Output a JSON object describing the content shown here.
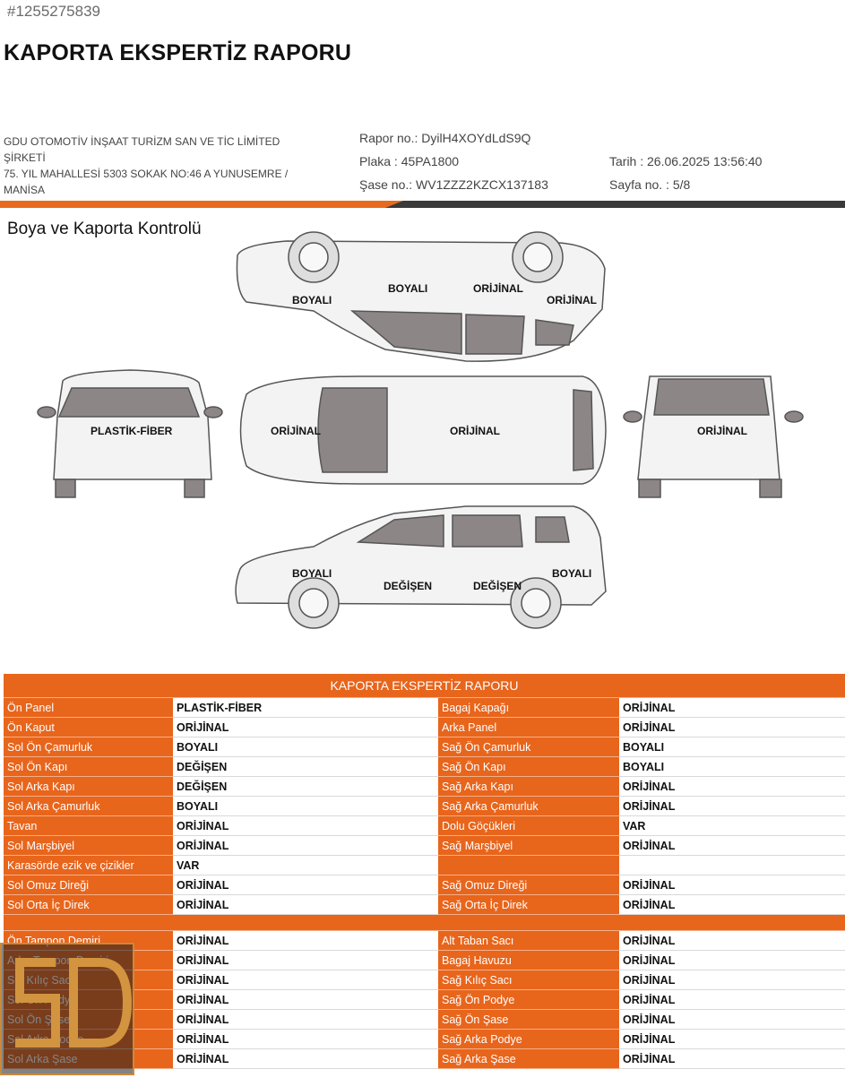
{
  "header": {
    "ref_number": "#1255275839",
    "title": "KAPORTA EKSPERTİZ RAPORU",
    "company_line1": "GDU OTOMOTİV İNŞAAT TURİZM SAN VE TİC LİMİTED ŞİRKETİ",
    "company_line2": "75. YIL MAHALLESİ 5303 SOKAK NO:46 A YUNUSEMRE / MANİSA",
    "report_no": "Rapor no.: DyilH4XOYdLdS9Q",
    "plate": "Plaka : 45PA1800",
    "chassis": "Şase no.: WV1ZZZ2KZCX137183",
    "date": "Tarih : 26.06.2025 13:56:40",
    "page": "Sayfa no. : 5/8"
  },
  "diagram": {
    "section_title": "Boya ve Kaporta Kontrolü",
    "labels": {
      "right_front_fender": "BOYALI",
      "right_front_door": "BOYALI",
      "right_rear_door": "ORİJİNAL",
      "right_rear_fender": "ORİJİNAL",
      "front_panel": "PLASTİK-FİBER",
      "hood": "ORİJİNAL",
      "roof": "ORİJİNAL",
      "rear": "ORİJİNAL",
      "left_front_fender": "BOYALI",
      "left_front_door": "DEĞİŞEN",
      "left_rear_door": "DEĞİŞEN",
      "left_rear_fender": "BOYALI"
    }
  },
  "table": {
    "title": "KAPORTA EKSPERTİZ RAPORU",
    "rows": [
      {
        "k1": "Ön Panel",
        "v1": "PLASTİK-FİBER",
        "k2": "Bagaj Kapağı",
        "v2": "ORİJİNAL"
      },
      {
        "k1": "Ön Kaput",
        "v1": "ORİJİNAL",
        "k2": "Arka Panel",
        "v2": "ORİJİNAL"
      },
      {
        "k1": "Sol Ön Çamurluk",
        "v1": "BOYALI",
        "k2": "Sağ Ön Çamurluk",
        "v2": "BOYALI"
      },
      {
        "k1": "Sol Ön Kapı",
        "v1": "DEĞİŞEN",
        "k2": "Sağ Ön Kapı",
        "v2": "BOYALI"
      },
      {
        "k1": "Sol Arka Kapı",
        "v1": "DEĞİŞEN",
        "k2": "Sağ Arka Kapı",
        "v2": "ORİJİNAL"
      },
      {
        "k1": "Sol Arka Çamurluk",
        "v1": "BOYALI",
        "k2": "Sağ Arka Çamurluk",
        "v2": "ORİJİNAL"
      },
      {
        "k1": "Tavan",
        "v1": "ORİJİNAL",
        "k2": "Dolu Göçükleri",
        "v2": "VAR"
      },
      {
        "k1": "Sol Marşbiyel",
        "v1": "ORİJİNAL",
        "k2": "Sağ Marşbiyel",
        "v2": "ORİJİNAL"
      },
      {
        "k1": "Karasörde ezik ve çizikler",
        "v1": "VAR",
        "k2": "",
        "v2": ""
      },
      {
        "k1": "Sol Omuz Direği",
        "v1": "ORİJİNAL",
        "k2": "Sağ Omuz Direği",
        "v2": "ORİJİNAL"
      },
      {
        "k1": "Sol Orta İç Direk",
        "v1": "ORİJİNAL",
        "k2": "Sağ Orta İç Direk",
        "v2": "ORİJİNAL"
      }
    ],
    "rows2": [
      {
        "k1": "Ön Tampon Demiri",
        "v1": "ORİJİNAL",
        "k2": "Alt Taban Sacı",
        "v2": "ORİJİNAL"
      },
      {
        "k1": "Arka Tampon Demiri",
        "v1": "ORİJİNAL",
        "k2": "Bagaj Havuzu",
        "v2": "ORİJİNAL"
      },
      {
        "k1": "Sol Kılıç Sacı",
        "v1": "ORİJİNAL",
        "k2": "Sağ Kılıç Sacı",
        "v2": "ORİJİNAL"
      },
      {
        "k1": "Sol Ön Podye",
        "v1": "ORİJİNAL",
        "k2": "Sağ Ön Podye",
        "v2": "ORİJİNAL"
      },
      {
        "k1": "Sol Ön Şase",
        "v1": "ORİJİNAL",
        "k2": "Sağ Ön Şase",
        "v2": "ORİJİNAL"
      },
      {
        "k1": "Sol Arka Podye",
        "v1": "ORİJİNAL",
        "k2": "Sağ Arka Podye",
        "v2": "ORİJİNAL"
      },
      {
        "k1": "Sol Arka Şase",
        "v1": "ORİJİNAL",
        "k2": "Sağ Arka Şase",
        "v2": "ORİJİNAL"
      }
    ]
  },
  "colors": {
    "accent": "#e8651c",
    "dark_bar": "#3a3a3a"
  }
}
